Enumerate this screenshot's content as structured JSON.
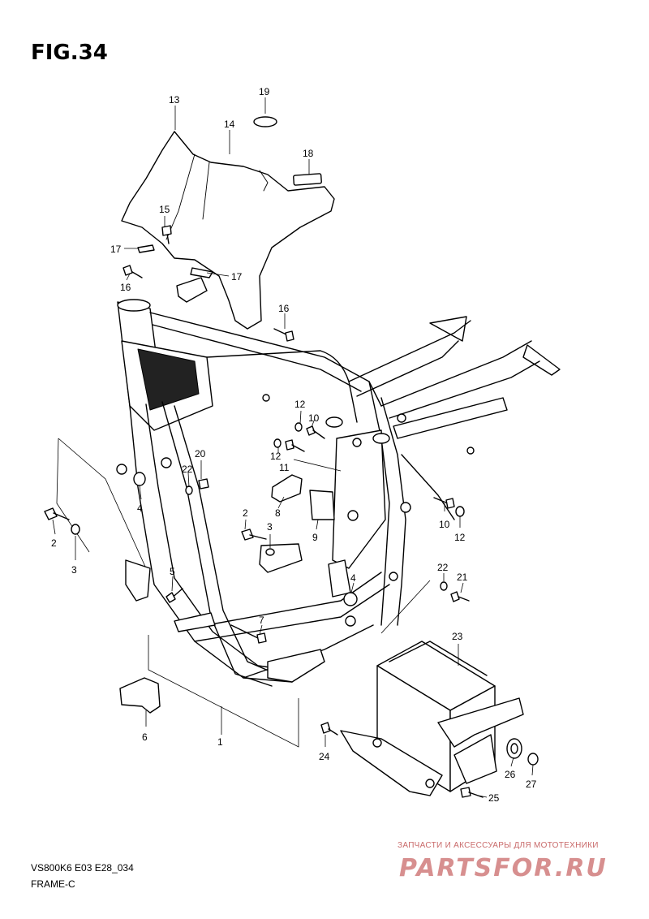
{
  "figure": {
    "title": "FIG.34",
    "model_code": "VS800K6 E03 E28_034",
    "section_name": "FRAME-C"
  },
  "callouts": [
    {
      "id": "c1",
      "text": "1"
    },
    {
      "id": "c2a",
      "text": "2"
    },
    {
      "id": "c2b",
      "text": "2"
    },
    {
      "id": "c3a",
      "text": "3"
    },
    {
      "id": "c3b",
      "text": "3"
    },
    {
      "id": "c4a",
      "text": "4"
    },
    {
      "id": "c4b",
      "text": "4"
    },
    {
      "id": "c5",
      "text": "5"
    },
    {
      "id": "c6",
      "text": "6"
    },
    {
      "id": "c7",
      "text": "7"
    },
    {
      "id": "c8",
      "text": "8"
    },
    {
      "id": "c9",
      "text": "9"
    },
    {
      "id": "c10a",
      "text": "10"
    },
    {
      "id": "c10b",
      "text": "10"
    },
    {
      "id": "c11",
      "text": "11"
    },
    {
      "id": "c12a",
      "text": "12"
    },
    {
      "id": "c12b",
      "text": "12"
    },
    {
      "id": "c12c",
      "text": "12"
    },
    {
      "id": "c13",
      "text": "13"
    },
    {
      "id": "c14",
      "text": "14"
    },
    {
      "id": "c15",
      "text": "15"
    },
    {
      "id": "c16a",
      "text": "16"
    },
    {
      "id": "c16b",
      "text": "16"
    },
    {
      "id": "c17a",
      "text": "17"
    },
    {
      "id": "c17b",
      "text": "17"
    },
    {
      "id": "c18",
      "text": "18"
    },
    {
      "id": "c19",
      "text": "19"
    },
    {
      "id": "c20",
      "text": "20"
    },
    {
      "id": "c21",
      "text": "21"
    },
    {
      "id": "c22a",
      "text": "22"
    },
    {
      "id": "c22b",
      "text": "22"
    },
    {
      "id": "c23",
      "text": "23"
    },
    {
      "id": "c24",
      "text": "24"
    },
    {
      "id": "c25",
      "text": "25"
    },
    {
      "id": "c26",
      "text": "26"
    },
    {
      "id": "c27",
      "text": "27"
    }
  ],
  "watermark": {
    "tagline": "ЗАПЧАСТИ И АКСЕССУАРЫ ДЛЯ МОТОТЕХНИКИ",
    "logo_text": "PARTSFOR.RU",
    "color": "#d78f8f"
  }
}
